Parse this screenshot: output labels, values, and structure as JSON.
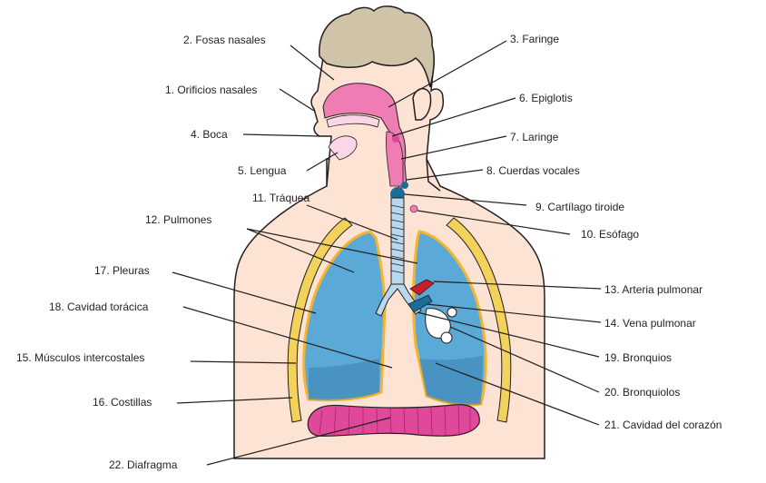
{
  "labels": [
    "1. Orificios nasales",
    "2. Fosas nasales",
    "3. Faringe",
    "4. Boca",
    "5. Lengua",
    "6. Epiglotis",
    "7. Laringe",
    "8. Cuerdas vocales",
    "9. Cartílago tiroide",
    "10. Esófago",
    "11. Tráquea",
    "12. Pulmones",
    "13. Arteria pulmonar",
    "14. Vena pulmonar",
    "15. Músculos intercostales",
    "16. Costillas",
    "17. Pleuras",
    "18. Cavidad torácica",
    "19. Bronquios",
    "20. Bronquiolos",
    "21. Cavidad del corazón",
    "22. Diafragma"
  ],
  "colors": {
    "skin": "#fde3d3",
    "outline": "#231f20",
    "hair": "#cfc3a8",
    "pink": "#f07cb4",
    "pink_light": "#f6a9cd",
    "lung": "#5aa9d6",
    "lung_dark": "#3d86b4",
    "trachea": "#b9d8ee",
    "pleura": "#f4b431",
    "rib": "#f2d25a",
    "diaphragm": "#e0489a",
    "red": "#c81e2e"
  }
}
